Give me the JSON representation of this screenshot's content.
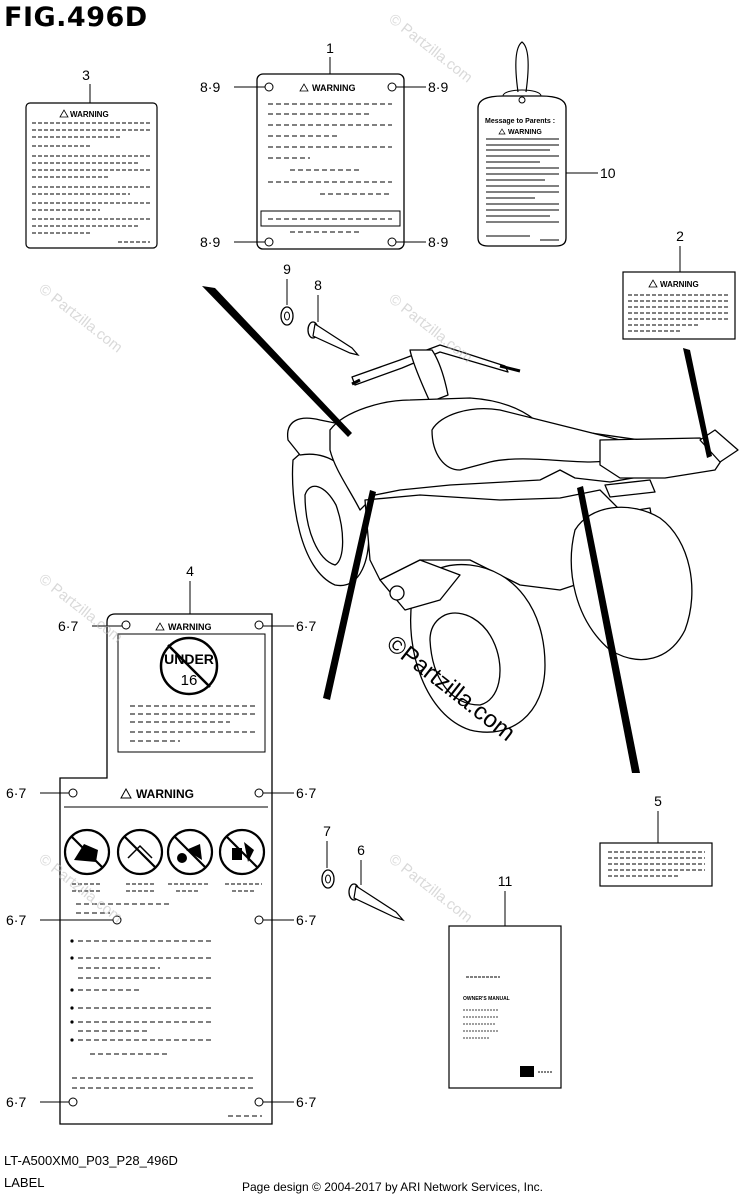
{
  "figure": {
    "title": "FIG.496D",
    "code": "LT-A500XM0_P03_P28_496D",
    "category": "LABEL",
    "credit": "Page design © 2004-2017 by ARI Network Services, Inc.",
    "watermark": "© Partzilla.com",
    "watermark_big": "©Partzilla.com"
  },
  "callouts": {
    "c1": "1",
    "c2": "2",
    "c3": "3",
    "c4": "4",
    "c5": "5",
    "c6": "6",
    "c7": "7",
    "c8": "8",
    "c9": "9",
    "c10": "10",
    "c11": "11",
    "c89": "8·9",
    "c67": "6·7"
  },
  "labels": {
    "warning": "WARNING",
    "message_to_parents": "Message to Parents :",
    "under": "UNDER",
    "age": "16",
    "owners_manual": "OWNER'S MANUAL"
  }
}
